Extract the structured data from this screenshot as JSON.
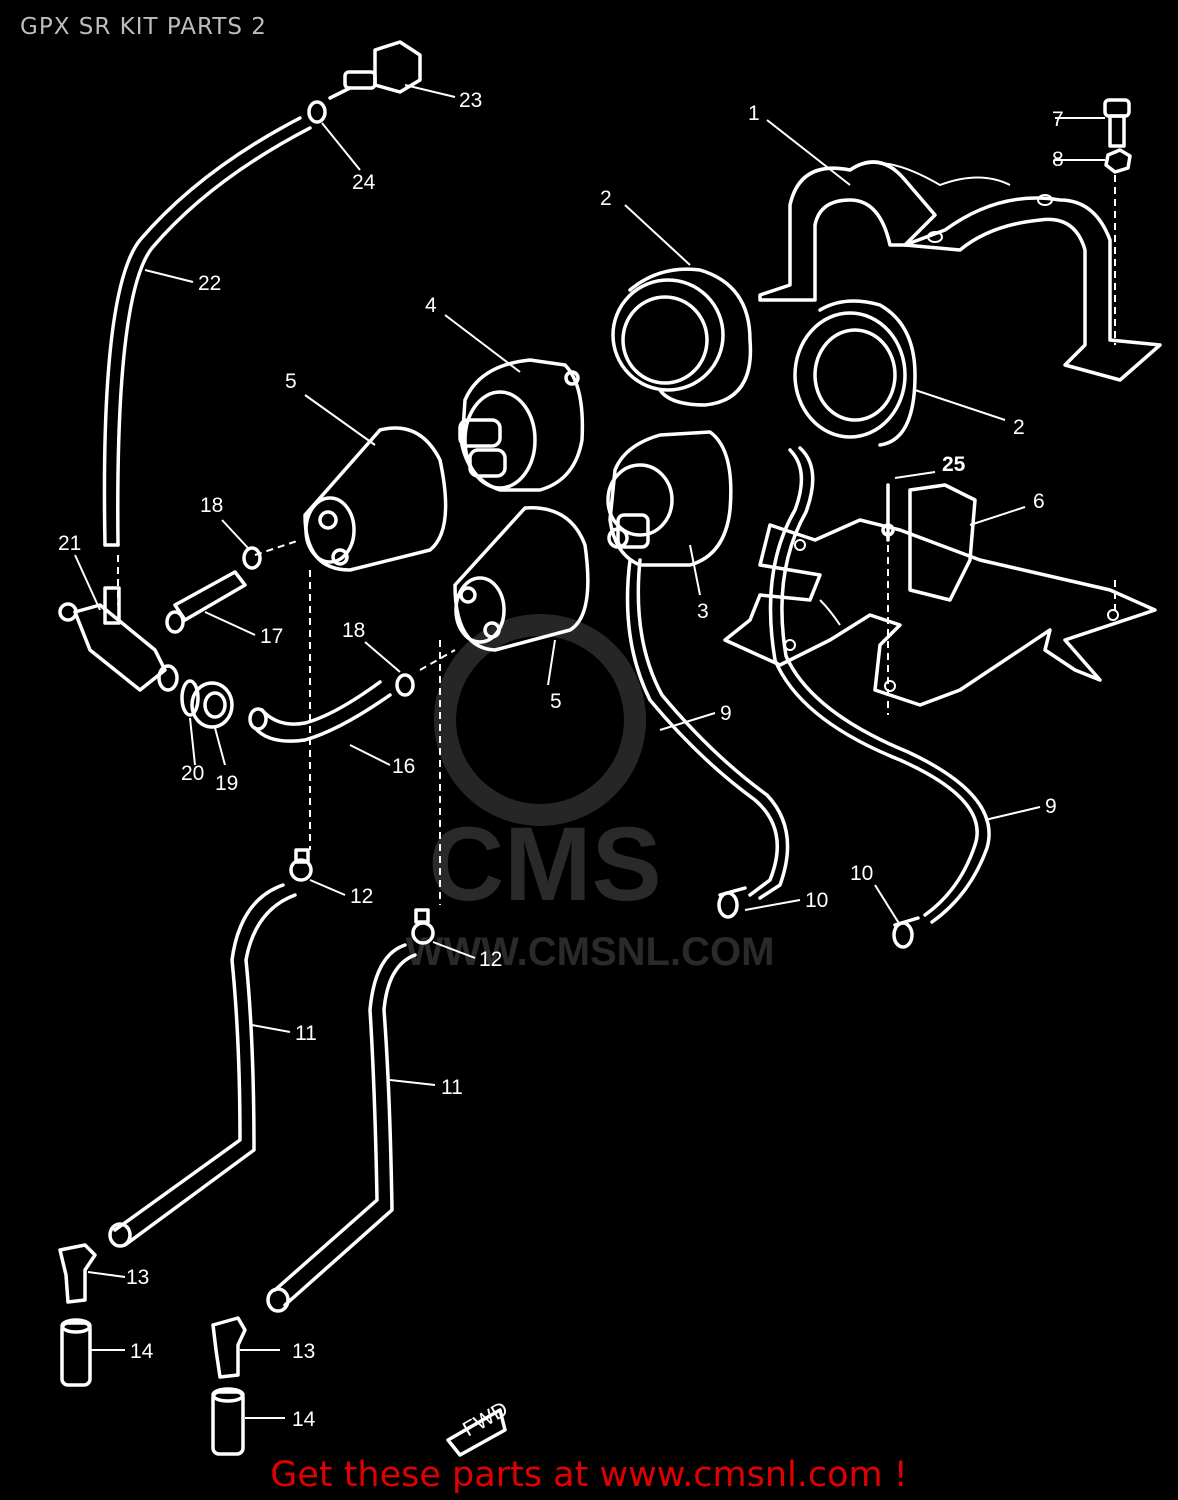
{
  "title": "GPX SR KIT PARTS 2",
  "footer": "Get these parts at www.cmsnl.com !",
  "watermark": {
    "brand": "CMS",
    "url": "WWW.CMSNL.COM"
  },
  "fwd_label": "FWD",
  "colors": {
    "background": "#000000",
    "line": "#ffffff",
    "title": "#bdbdbd",
    "footer": "#e00000"
  },
  "callouts": [
    "1",
    "2",
    "2",
    "3",
    "4",
    "5",
    "5",
    "6",
    "7",
    "8",
    "9",
    "9",
    "10",
    "10",
    "11",
    "11",
    "12",
    "12",
    "13",
    "13",
    "14",
    "14",
    "16",
    "17",
    "18",
    "18",
    "19",
    "20",
    "21",
    "22",
    "23",
    "24",
    "25"
  ]
}
